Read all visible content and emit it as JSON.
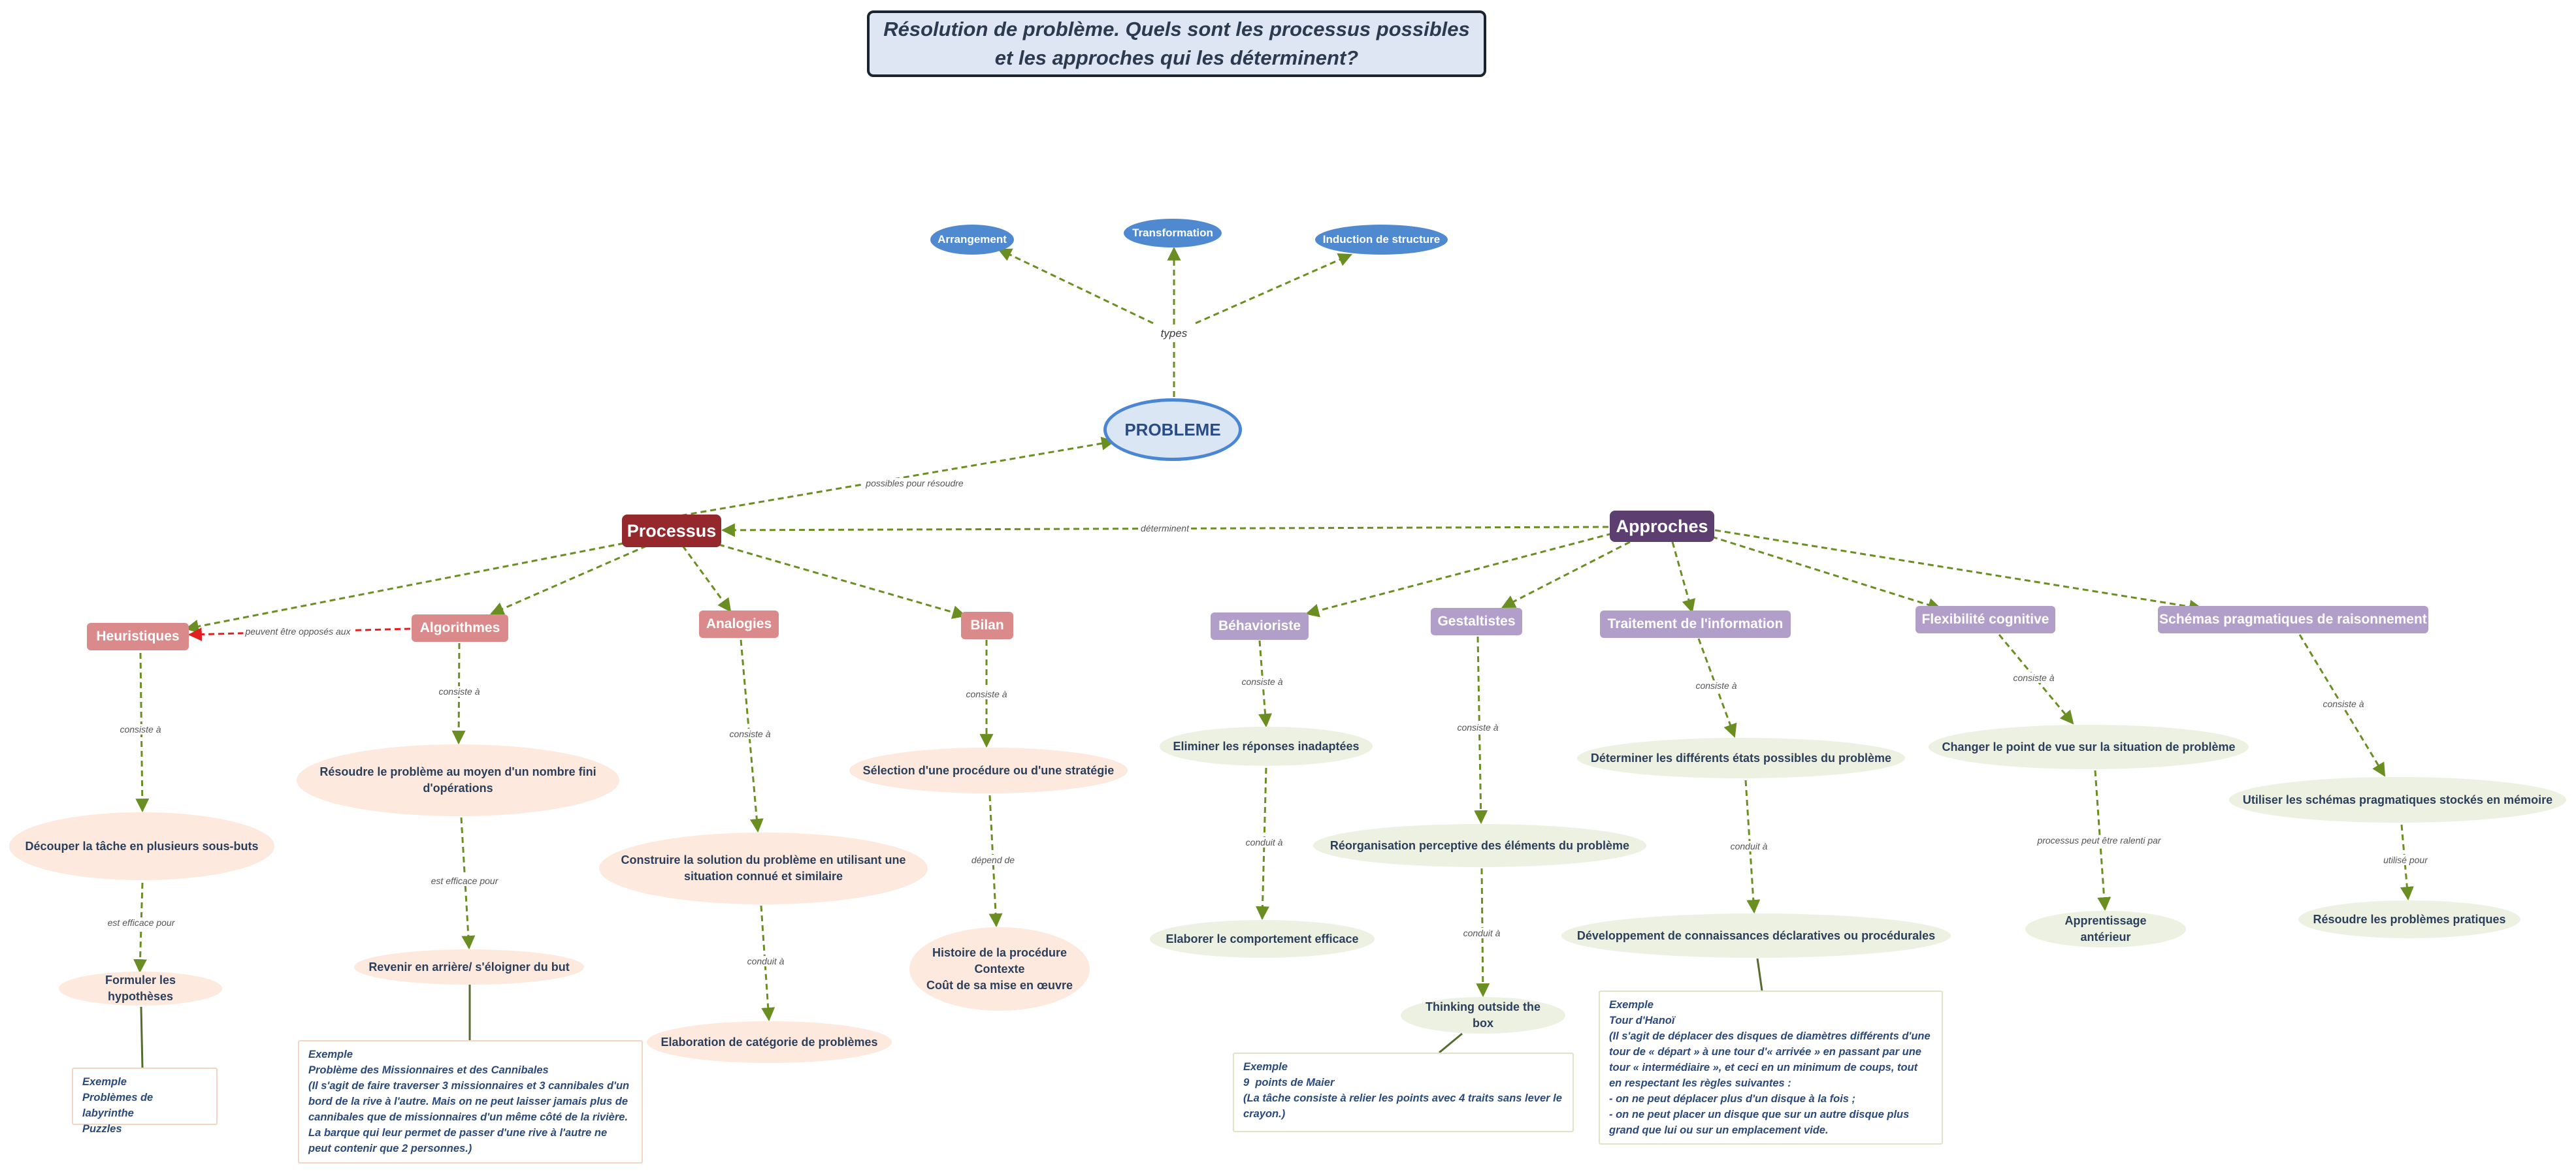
{
  "title": "Résolution de problème. Quels sont les processus possibles et les approches qui les déterminent?",
  "nodes": {
    "problem": "PROBLEME",
    "arrangement": "Arrangement",
    "transformation": "Transformation",
    "induction": "Induction de structure",
    "processus": "Processus",
    "approches": "Approches",
    "heuristiques": "Heuristiques",
    "algorithmes": "Algorithmes",
    "analogies": "Analogies",
    "bilan": "Bilan",
    "behavioriste": "Béhavioriste",
    "gestaltistes": "Gestaltistes",
    "traitement": "Traitement de l'information",
    "flexibilite": "Flexibilité cognitive",
    "schemas": "Schémas pragmatiques de raisonnement",
    "h1": "Découper la tâche en plusieurs sous-buts",
    "h2": "Formuler les hypothèses",
    "a1": "Résoudre le problème au moyen d'un nombre fini d'opérations",
    "a2": "Revenir en arrière/ s'éloigner du but",
    "an1": "Construire la solution du problème en utilisant une situation connué et similaire",
    "an2": "Elaboration  de catégorie de problèmes",
    "b1": "Sélection d'une procédure ou d'une stratégie",
    "b2": "Histoire de la procédure\nContexte\nCoût de sa mise en œuvre",
    "be1": "Eliminer  les réponses inadaptées",
    "be2": "Elaborer le comportement efficace",
    "g1": "Réorganisation perceptive des éléments du problème",
    "g2": "Thinking outside the box",
    "t1": "Déterminer les différents états possibles du problème",
    "t2": "Développement de connaissances déclaratives ou procédurales",
    "f1": "Changer  le point de vue sur la situation de problème",
    "f2": "Apprentissage antérieur",
    "s1": "Utiliser les schémas pragmatiques stockés en mémoire",
    "s2": "Résoudre  les problèmes pratiques"
  },
  "labels": {
    "types": "types",
    "possibles": "possibles pour résoudre",
    "determinent": "déterminent",
    "opposes": "peuvent être opposés aux",
    "consiste": "consiste à",
    "efficace": "est efficace pour",
    "depend": "dépend de",
    "conduit": "conduit à",
    "ralenti": "processus peut être ralenti par",
    "utilise": "utilisé pour"
  },
  "notes": {
    "heuristiques": "Exemple\nProblèmes de labyrinthe\nPuzzles",
    "algorithmes": "Exemple\nProblème des Missionnaires et des Cannibales\n(Il s'agit de faire traverser 3 missionnaires et 3 cannibales d'un\nbord de la rive à l'autre. Mais on ne peut laisser jamais plus de\ncannibales que de missionnaires d'un même côté de la rivière.\nLa barque qui leur permet de passer d'une rive à l'autre ne\npeut contenir que 2 personnes.)",
    "gestalt": "Exemple\n9  points de Maier\n(La tâche consiste à relier les points avec 4 traits sans lever le\ncrayon.)",
    "hanoi": "Exemple\nTour d'Hanoï\n(Il s'agit de déplacer des disques de diamètres différents d'une\ntour de « départ » à une tour d'« arrivée » en passant par une\ntour « intermédiaire », et ceci en un minimum de coups, tout\nen respectant les règles suivantes :\n- on ne peut déplacer plus d'un disque à la fois ;\n- on ne peut placer un disque que sur un autre disque plus\ngrand que lui ou sur un emplacement vide."
  },
  "colors": {
    "link_green": "#6b8e23",
    "link_red": "#e02020",
    "note_connector": "#556b2f"
  }
}
